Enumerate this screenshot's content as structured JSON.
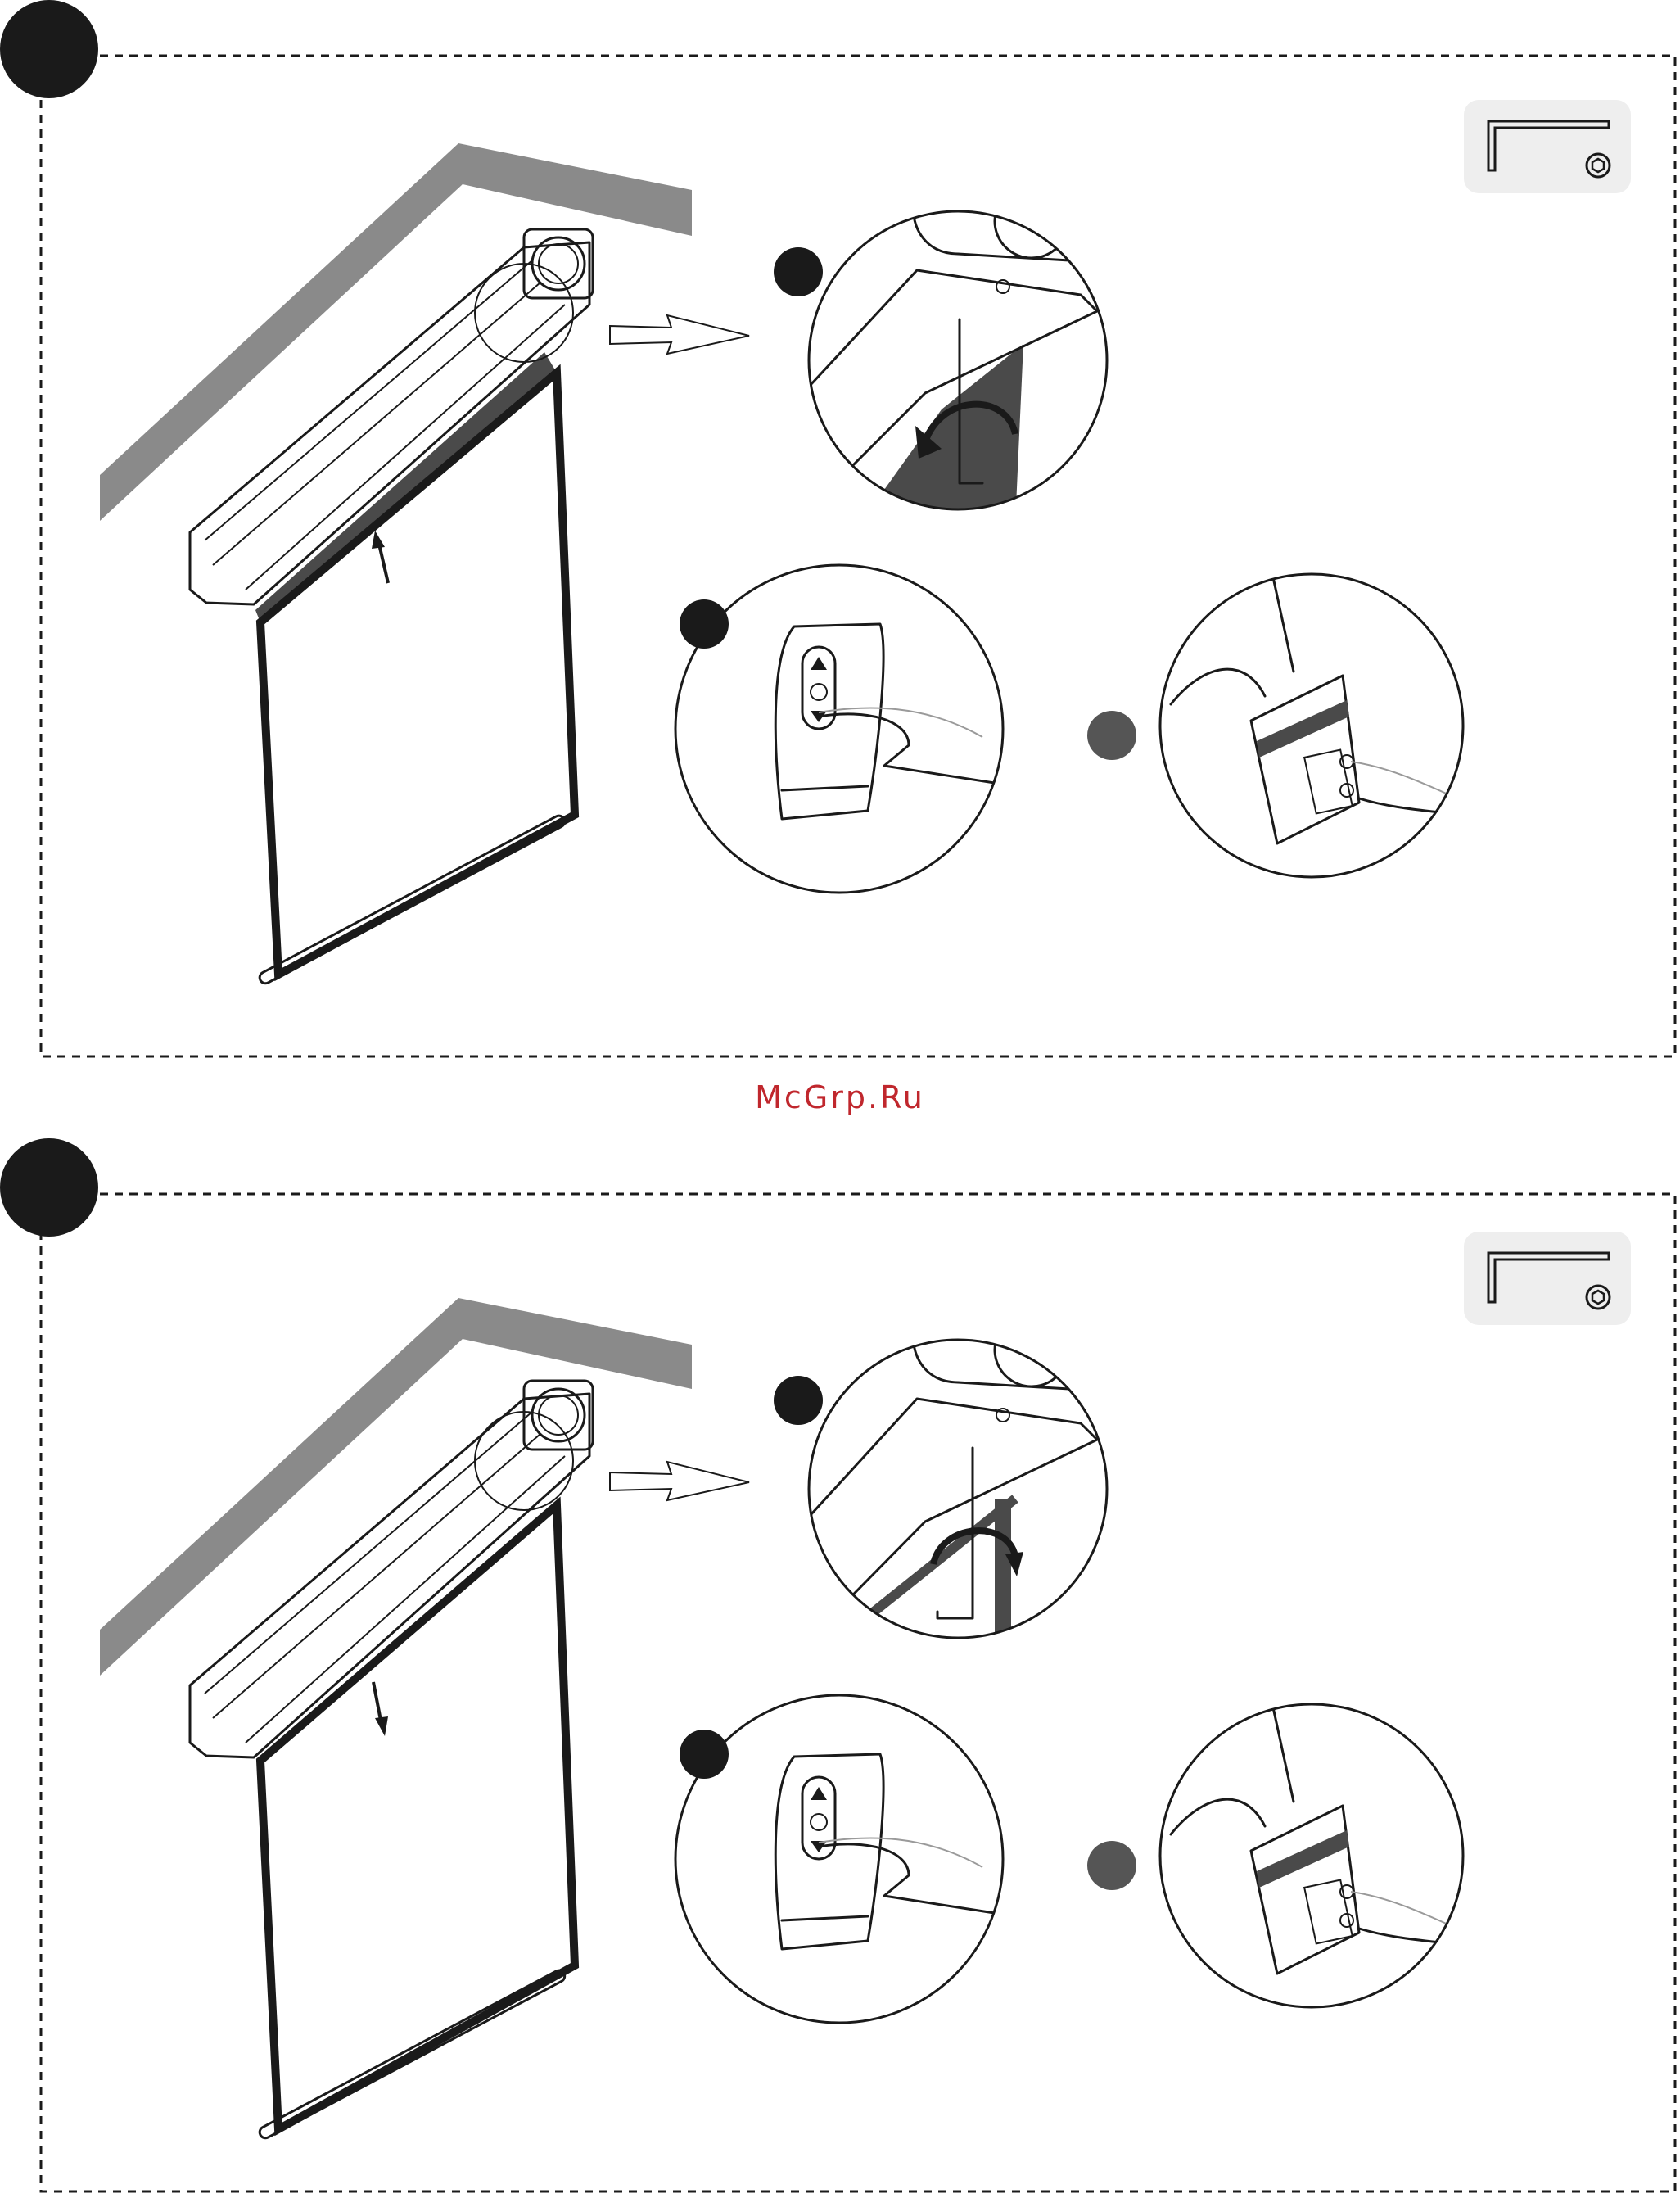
{
  "watermark": {
    "text": "McGrp.Ru",
    "color": "#c0272d"
  },
  "colors": {
    "ceiling": "#8a8a8a",
    "screen_fabric": "#4a4a4a",
    "ink": "#1a1a1a",
    "tool_badge": "#eeeeee",
    "step_dot_dark": "#1a1a1a",
    "step_dot_grey": "#555555"
  },
  "panels": [
    {
      "id": "step-raise",
      "direction": "up",
      "icons": [
        "hex-key-icon",
        "hex-socket-icon"
      ]
    },
    {
      "id": "step-lower",
      "direction": "down",
      "icons": [
        "hex-key-icon",
        "hex-socket-icon"
      ]
    }
  ]
}
